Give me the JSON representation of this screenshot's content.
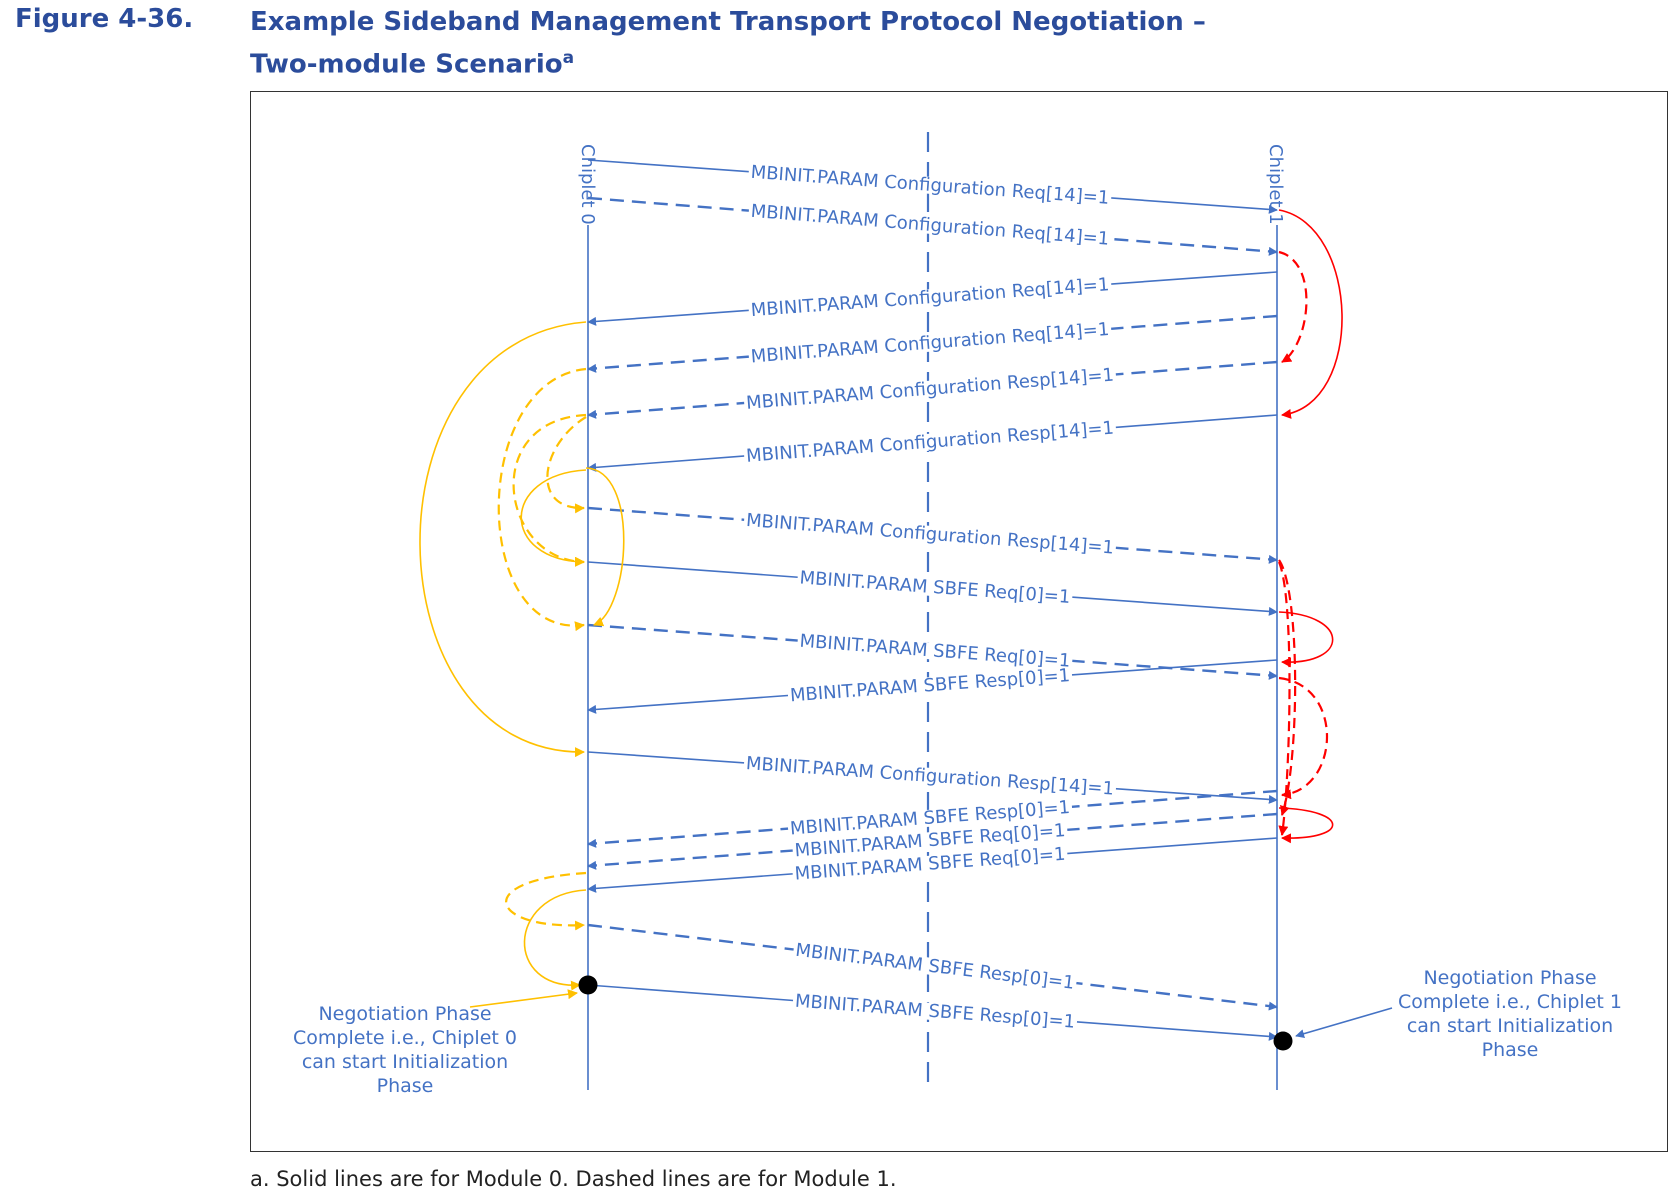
{
  "figure": {
    "number": "Figure 4-36.",
    "title_line1": "Example Sideband Management Transport Protocol Negotiation –",
    "title_line2": "Two-module Scenario",
    "title_sup": "a"
  },
  "lifelines": {
    "left": "Chiplet 0",
    "right": "Chiplet 1"
  },
  "messages": [
    {
      "label": "MBINIT.PARAM Configuration Req[14]=1",
      "from": "left",
      "dashed": false
    },
    {
      "label": "MBINIT.PARAM Configuration Req[14]=1",
      "from": "left",
      "dashed": true
    },
    {
      "label": "MBINIT.PARAM Configuration Req[14]=1",
      "from": "right",
      "dashed": false
    },
    {
      "label": "MBINIT.PARAM Configuration Req[14]=1",
      "from": "right",
      "dashed": true
    },
    {
      "label": "MBINIT.PARAM Configuration Resp[14]=1",
      "from": "right",
      "dashed": true
    },
    {
      "label": "MBINIT.PARAM Configuration Resp[14]=1",
      "from": "right",
      "dashed": false
    },
    {
      "label": "MBINIT.PARAM Configuration Resp[14]=1",
      "from": "left",
      "dashed": true
    },
    {
      "label": "MBINIT.PARAM SBFE Req[0]=1",
      "from": "left",
      "dashed": false
    },
    {
      "label": "MBINIT.PARAM SBFE Req[0]=1",
      "from": "left",
      "dashed": true
    },
    {
      "label": "MBINIT.PARAM SBFE Resp[0]=1",
      "from": "right",
      "dashed": false
    },
    {
      "label": "MBINIT.PARAM Configuration Resp[14]=1",
      "from": "left",
      "dashed": false
    },
    {
      "label": "MBINIT.PARAM SBFE Resp[0]=1",
      "from": "right",
      "dashed": true
    },
    {
      "label": "MBINIT.PARAM SBFE Req[0]=1",
      "from": "right",
      "dashed": true
    },
    {
      "label": "MBINIT.PARAM SBFE Req[0]=1",
      "from": "right",
      "dashed": false
    },
    {
      "label": "MBINIT.PARAM SBFE Resp[0]=1",
      "from": "left",
      "dashed": true
    },
    {
      "label": "MBINIT.PARAM SBFE Resp[0]=1",
      "from": "left",
      "dashed": false
    }
  ],
  "notes": {
    "left": "Negotiation Phase\nComplete i.e., Chiplet 0\ncan start Initialization\nPhase",
    "right": "Negotiation Phase\nComplete i.e., Chiplet 1\ncan start Initialization\nPhase"
  },
  "footnote": "a.  Solid lines are for Module 0. Dashed lines are for Module 1.",
  "colors": {
    "line": "#4472C4",
    "yellow": "#FFC000",
    "red": "#FF0000",
    "title": "#2B4C9B"
  }
}
